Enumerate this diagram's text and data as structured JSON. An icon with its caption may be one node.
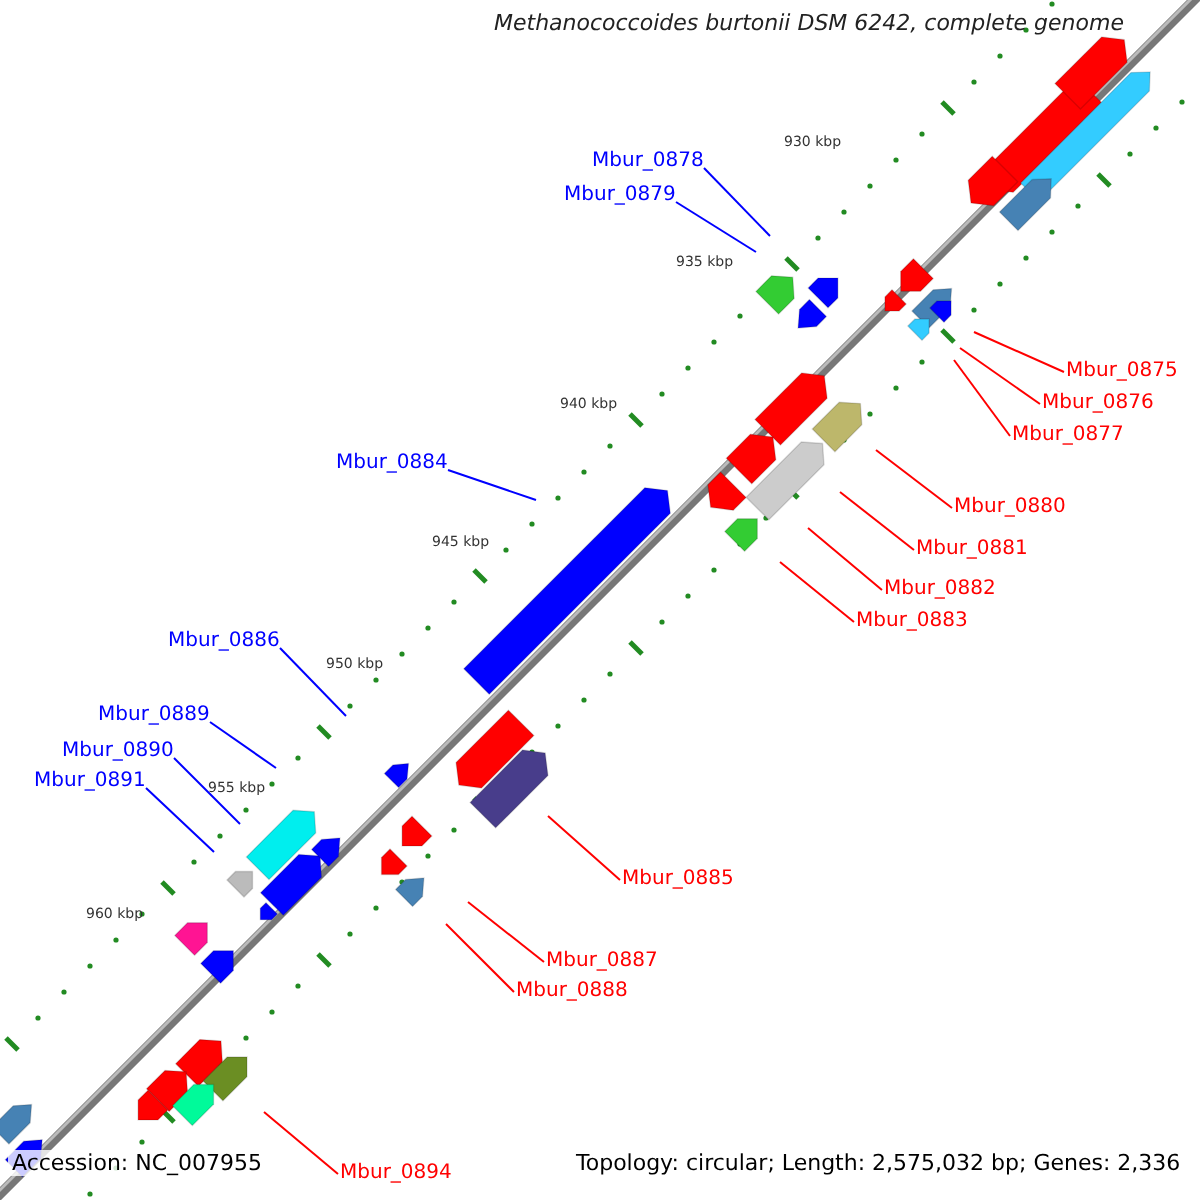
{
  "diagram": {
    "title": "Methanococcoides burtonii DSM 6242, complete genome",
    "nodes": [
      {
        "text": [
          "Mbur_0878"
        ]
      },
      {
        "text": [
          "Mbur_0879"
        ]
      },
      {
        "text": [
          "Mbur_0875"
        ]
      },
      {
        "text": [
          "Mbur_0876"
        ]
      },
      {
        "text": [
          "Mbur_0877"
        ]
      },
      {
        "text": [
          "Mbur_0884"
        ]
      },
      {
        "text": [
          "Mbur_0880"
        ]
      },
      {
        "text": [
          "Mbur_0881"
        ]
      },
      {
        "text": [
          "Mbur_0882"
        ]
      },
      {
        "text": [
          "Mbur_0883"
        ]
      },
      {
        "text": [
          "Mbur_0886"
        ]
      },
      {
        "text": [
          "Mbur_0889"
        ]
      },
      {
        "text": [
          "Mbur_0890"
        ]
      },
      {
        "text": [
          "Mbur_0891"
        ]
      },
      {
        "text": [
          "Mbur_0885"
        ]
      },
      {
        "text": [
          "Mbur_0887"
        ]
      },
      {
        "text": [
          "Mbur_0888"
        ]
      },
      {
        "text": [
          "Mbur_0894"
        ]
      }
    ],
    "edges": [
      {
        "from": 0,
        "to": null,
        "arrow": "none",
        "color": "#0000ff"
      },
      {
        "from": 1,
        "to": null,
        "arrow": "none",
        "color": "#0000ff"
      },
      {
        "from": 2,
        "to": null,
        "arrow": "none"
      },
      {
        "from": 3,
        "to": null,
        "arrow": "none"
      },
      {
        "from": 4,
        "to": null,
        "arrow": "none"
      },
      {
        "from": 5,
        "to": null,
        "arrow": "none",
        "color": "#0000ff"
      },
      {
        "from": 6,
        "to": null,
        "arrow": "none"
      },
      {
        "from": 7,
        "to": null,
        "arrow": "none"
      },
      {
        "from": 8,
        "to": null,
        "arrow": "none"
      },
      {
        "from": 9,
        "to": null,
        "arrow": "none"
      },
      {
        "from": 10,
        "to": null,
        "arrow": "none",
        "color": "#0000ff"
      },
      {
        "from": 11,
        "to": null,
        "arrow": "none",
        "color": "#0000ff"
      },
      {
        "from": 12,
        "to": null,
        "arrow": "none",
        "color": "#0000ff"
      },
      {
        "from": 13,
        "to": null,
        "arrow": "none",
        "color": "#0000ff"
      },
      {
        "from": 14,
        "to": null,
        "arrow": "none"
      },
      {
        "from": 15,
        "to": null,
        "arrow": "none"
      },
      {
        "from": 16,
        "to": null,
        "arrow": "none"
      },
      {
        "from": 17,
        "to": null,
        "arrow": "none"
      }
    ],
    "labels": [
      "930 kbp",
      "935 kbp",
      "940 kbp",
      "945 kbp",
      "950 kbp",
      "955 kbp",
      "960 kbp",
      "Accession: NC_007955",
      "Topology: circular; Length: 2,575,032 bp; Genes: 2,336"
    ]
  }
}
